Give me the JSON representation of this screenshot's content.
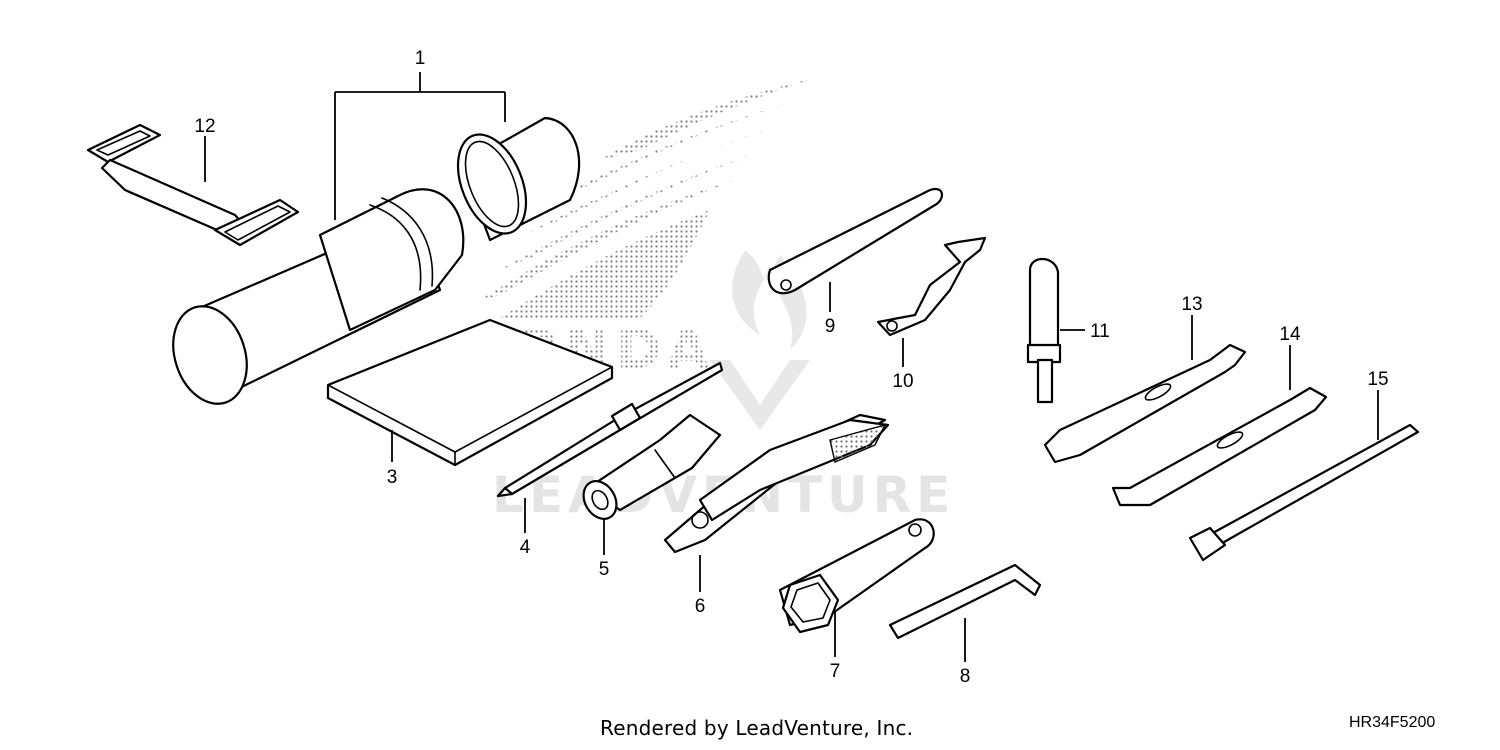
{
  "diagram": {
    "callouts": {
      "c1": "1",
      "c2": "3",
      "c3": "4",
      "c4": "5",
      "c5": "6",
      "c6": "7",
      "c7": "8",
      "c8": "9",
      "c9": "10",
      "c10": "11",
      "c11": "12",
      "c12": "13",
      "c13": "14",
      "c14": "15"
    },
    "logo_word": "HONDA",
    "watermark_word": "LEADVENTURE"
  },
  "footer": {
    "credit": "Rendered by LeadVenture, Inc.",
    "diagram_code": "HR34F5200"
  },
  "colors": {
    "line": "#000000",
    "background": "#ffffff",
    "logo_dots": "#6e6e6e",
    "watermark": "#e4e4e4"
  }
}
